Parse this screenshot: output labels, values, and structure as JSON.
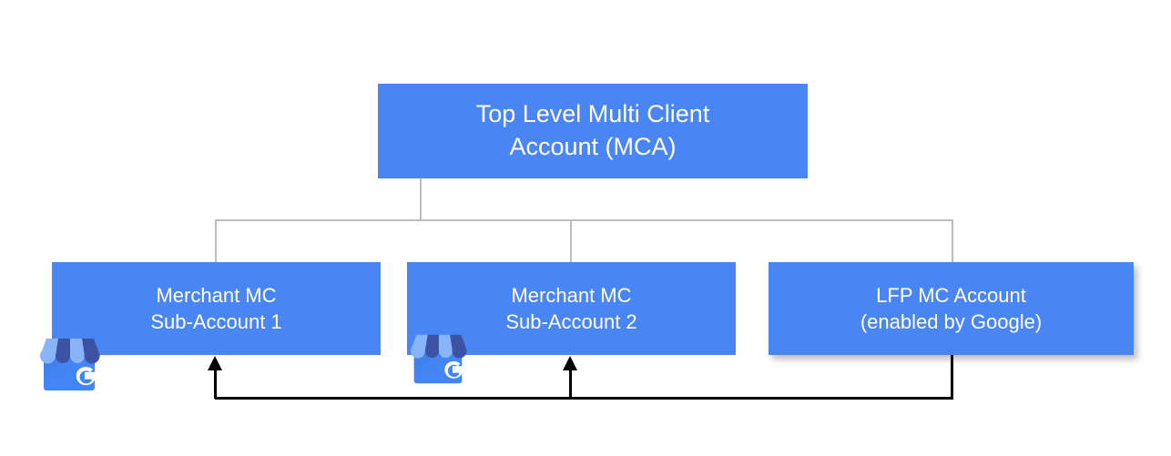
{
  "diagram": {
    "title_hidden": "",
    "nodes": {
      "mca": {
        "line1": "Top Level Multi Client",
        "line2": "Account (MCA)"
      },
      "sub1": {
        "line1": "Merchant MC",
        "line2": "Sub-Account 1"
      },
      "sub2": {
        "line1": "Merchant MC",
        "line2": "Sub-Account 2"
      },
      "lfp": {
        "line1": "LFP MC Account",
        "line2": "(enabled by Google)"
      }
    },
    "icons": {
      "gmb_1": "google-my-business-storefront-icon",
      "gmb_2": "google-my-business-storefront-icon"
    },
    "colors": {
      "node_fill": "#4a85f4",
      "node_text": "#ffffff",
      "tree_line": "#bdbdbd",
      "feedback_line": "#000000",
      "background": "#ffffff",
      "icon_body": "#4285f4",
      "icon_awning_light": "#8ab4f8",
      "icon_awning_dark": "#3c53a4",
      "icon_glyph": "#ffffff"
    }
  }
}
